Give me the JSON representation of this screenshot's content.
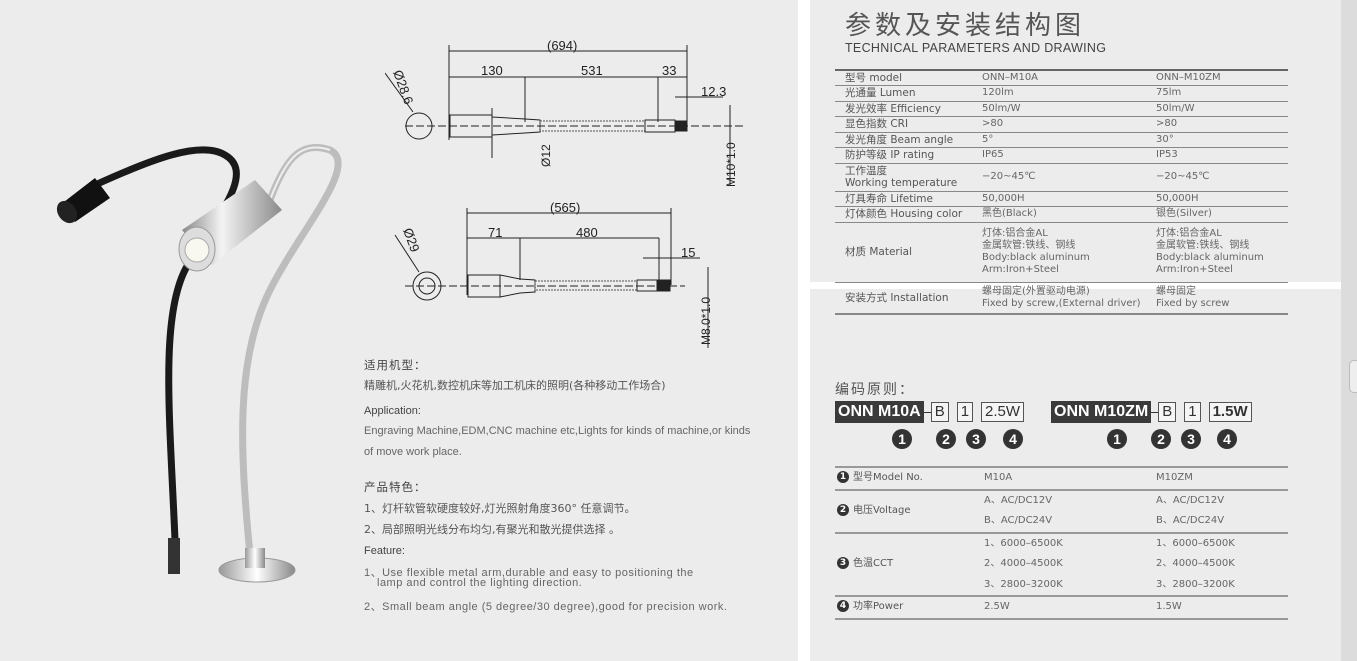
{
  "header": {
    "title_cn": "参数及安装结构图",
    "title_en": "TECHNICAL PARAMETERS AND DRAWING"
  },
  "spec_table": {
    "rows": [
      {
        "label": "型号 model",
        "a": "ONN–M10A",
        "b": "ONN–M10ZM"
      },
      {
        "label": "光通量 Lumen",
        "a": "120lm",
        "b": "75lm"
      },
      {
        "label": "发光效率 Efficiency",
        "a": "50lm/W",
        "b": "50lm/W"
      },
      {
        "label": "显色指数 CRI",
        "a": ">80",
        "b": ">80"
      },
      {
        "label": "发光角度 Beam angle",
        "a": "5°",
        "b": "30°"
      },
      {
        "label": "防护等级 IP rating",
        "a": "IP65",
        "b": "IP53"
      },
      {
        "label": "工作温度",
        "label2": "Working temperature",
        "a": "−20~45℃",
        "b": "−20~45℃"
      },
      {
        "label": "灯具寿命 Lifetime",
        "a": "50,000H",
        "b": "50,000H"
      },
      {
        "label": "灯体颜色 Housing color",
        "a": "黑色(Black)",
        "b": "银色(Silver)"
      },
      {
        "label": "材质 Material",
        "a1": "灯体:铝合金AL",
        "a2": "金属软管:铁线、钢线",
        "a3": "Body:black aluminum",
        "a4": "Arm:Iron+Steel",
        "b1": "灯体:铝合金AL",
        "b2": "金属软管:铁线、钢线",
        "b3": "Body:black aluminum",
        "b4": "Arm:Iron+Steel"
      },
      {
        "label": "安装方式 Installation",
        "a1": "螺母固定(外置驱动电源)",
        "a2": "Fixed by screw,(External driver)",
        "b1": "螺母固定",
        "b2": "Fixed by screw"
      }
    ]
  },
  "coding": {
    "title": "编码原则：",
    "left": {
      "model": "ONN M10A",
      "v": "B",
      "c": "1",
      "p": "2.5W"
    },
    "right": {
      "model": "ONN M10ZM",
      "v": "B",
      "c": "1",
      "p": "1.5W"
    },
    "nums": [
      "1",
      "2",
      "3",
      "4"
    ],
    "rows": [
      {
        "label": "型号Model No.",
        "a": "M10A",
        "b": "M10ZM"
      },
      {
        "label": "电压Voltage",
        "a1": "A、AC/DC12V",
        "a2": "B、AC/DC24V",
        "b1": "A、AC/DC12V",
        "b2": "B、AC/DC24V"
      },
      {
        "label": "色温CCT",
        "a1": "1、6000–6500K",
        "a2": "2、4000–4500K",
        "a3": "3、2800–3200K",
        "b1": "1、6000–6500K",
        "b2": "2、4000–4500K",
        "b3": "3、2800–3200K"
      },
      {
        "label": "功率Power",
        "a": "2.5W",
        "b": "1.5W"
      }
    ]
  },
  "drawing": {
    "top": {
      "total": "(694)",
      "d1": "130",
      "d2": "531",
      "d3": "33",
      "d4": "12.3",
      "dia": "Ø28.6",
      "tube": "Ø12",
      "thread": "M10*1.0"
    },
    "bottom": {
      "total": "(565)",
      "d1": "71",
      "d2": "480",
      "d3": "15",
      "dia": "Ø29",
      "thread": "M8.0*1.0"
    }
  },
  "description": {
    "app_title_cn": "适用机型：",
    "app_cn": "精雕机,火花机,数控机床等加工机床的照明(各种移动工作场合)",
    "app_title_en": "Application:",
    "app_en1": "Engraving Machine,EDM,CNC machine etc,Lights for kinds of machine,or kinds",
    "app_en2": "of move work place.",
    "feat_title_cn": "产品特色：",
    "feat_cn1": "1、灯杆软管软硬度较好,灯光照射角度360° 任意调节。",
    "feat_cn2": "2、局部照明光线分布均匀,有聚光和散光提供选择 。",
    "feat_title_en": "Feature:",
    "feat_en1a": "1、Use flexible metal arm,durable and easy to positioning the",
    "feat_en1b": "lamp and control the lighting direction.",
    "feat_en2": "2、Small beam angle (5 degree/30 degree),good for precision work."
  }
}
